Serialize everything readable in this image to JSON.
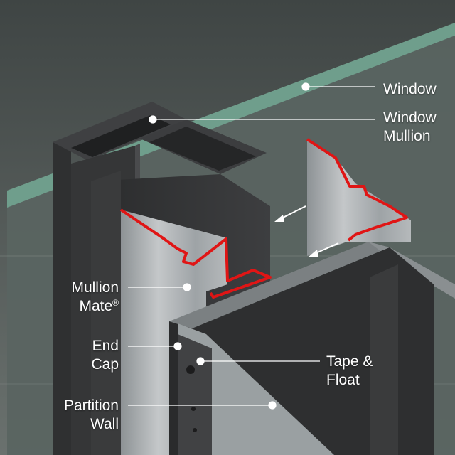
{
  "labels": {
    "window": "Window",
    "window_mullion": {
      "line1": "Window",
      "line2": "Mullion"
    },
    "mullion_mate": {
      "line1": "Mullion",
      "line2": "Mate",
      "mark": "®"
    },
    "end_cap": {
      "line1": "End",
      "line2": "Cap"
    },
    "tape_float": {
      "line1": "Tape &",
      "line2": "Float"
    },
    "partition_wall": {
      "line1": "Partition",
      "line2": "Wall"
    }
  },
  "colors": {
    "background": "#5d6461",
    "glass_edge": "#6f9e8c",
    "frame": "#3a3b3c",
    "aluminum": "#a7abae",
    "gasket": "#e01515",
    "leader": "#ffffff"
  }
}
